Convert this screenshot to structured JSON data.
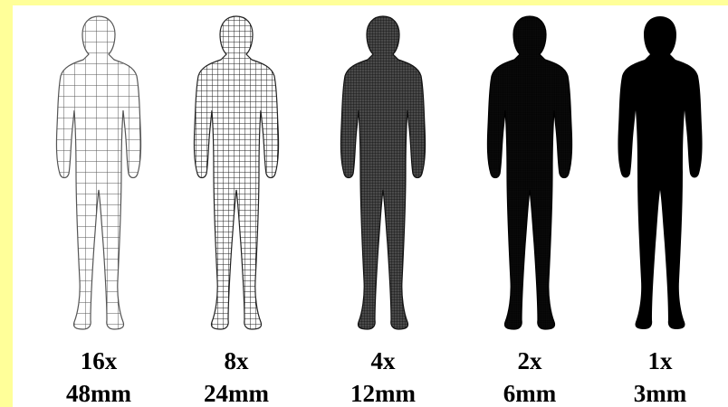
{
  "figures": [
    {
      "scale": "16x",
      "resolution": "48mm",
      "grid": 12,
      "fill": "#ffffff",
      "stroke": "#555555",
      "stroke_width": 1
    },
    {
      "scale": "8x",
      "resolution": "24mm",
      "grid": 6,
      "fill": "#ffffff",
      "stroke": "#222222",
      "stroke_width": 1
    },
    {
      "scale": "4x",
      "resolution": "12mm",
      "grid": 3,
      "fill": "#4a4a4a",
      "stroke": "#111111",
      "stroke_width": 0.8
    },
    {
      "scale": "2x",
      "resolution": "6mm",
      "grid": 2,
      "fill": "#0a0a0a",
      "stroke": "#000000",
      "stroke_width": 0.6
    },
    {
      "scale": "1x",
      "resolution": "3mm",
      "grid": 0,
      "fill": "#000000",
      "stroke": "#000000",
      "stroke_width": 0
    }
  ],
  "colors": {
    "background": "#ffff99",
    "panel": "#ffffff",
    "text": "#000000"
  }
}
